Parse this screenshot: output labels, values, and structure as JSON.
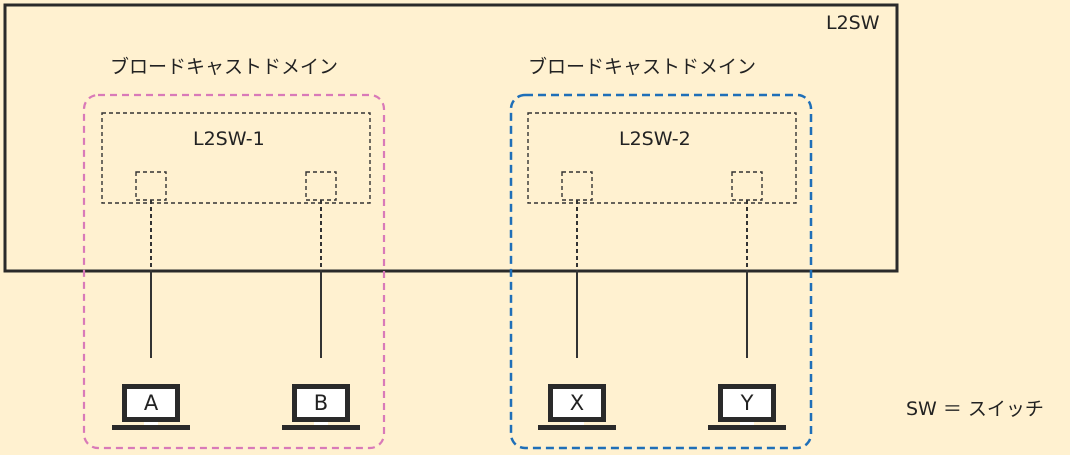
{
  "diagram": {
    "switch_label": "L2SW",
    "domains": [
      {
        "label": "ブロードキャストドメイン",
        "color": "#d97ab8",
        "vlan_label": "L2SW-1",
        "hosts": [
          "A",
          "B"
        ]
      },
      {
        "label": "ブロードキャストドメイン",
        "color": "#1f6fb8",
        "vlan_label": "L2SW-2",
        "hosts": [
          "X",
          "Y"
        ]
      }
    ],
    "legend": "SW ＝ スイッチ"
  }
}
